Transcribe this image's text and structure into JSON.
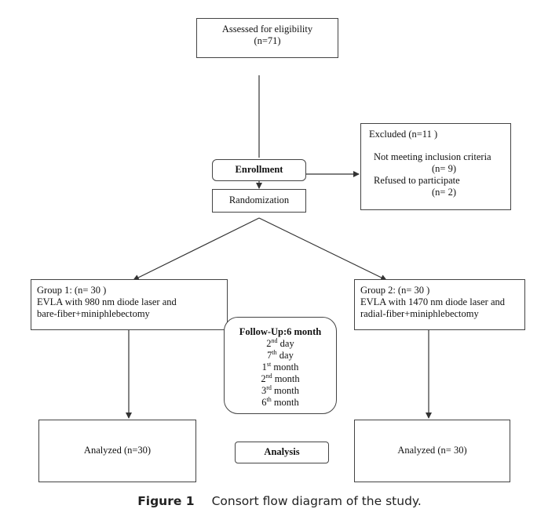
{
  "assessed": {
    "line1": "Assessed for eligibility",
    "line2": "(n=71)"
  },
  "enrollment": {
    "label": "Enrollment"
  },
  "randomization": {
    "label": "Randomization"
  },
  "excluded": {
    "title": "Excluded  (n=11 )",
    "reason1": "Not meeting inclusion criteria",
    "reason1_n": "(n= 9)",
    "reason2": "Refused to participate",
    "reason2_n": "(n= 2)"
  },
  "group1": {
    "title": "Group 1:  (n=  30   )",
    "line2": "EVLA with 980 nm diode laser and",
    "line3": "bare-fiber+miniphlebectomy"
  },
  "group2": {
    "title": "Group 2:  (n=  30   )",
    "line2": "EVLA with 1470 nm diode laser and",
    "line3": "radial-fiber+miniphlebectomy"
  },
  "followup": {
    "title": "Follow-Up:6 month",
    "items": [
      {
        "num": "2",
        "sup": "nd",
        "unit": " day"
      },
      {
        "num": "7",
        "sup": "th",
        "unit": " day"
      },
      {
        "num": "1",
        "sup": "st",
        "unit": " month"
      },
      {
        "num": "2",
        "sup": "nd",
        "unit": " month"
      },
      {
        "num": "3",
        "sup": "rd",
        "unit": " month"
      },
      {
        "num": "6",
        "sup": "th",
        "unit": " month"
      }
    ]
  },
  "analysis": {
    "label": "Analysis"
  },
  "analyzed1": {
    "label": "Analyzed (n=30)"
  },
  "analyzed2": {
    "label": "Analyzed (n= 30)"
  },
  "caption": {
    "label": "Figure 1",
    "text": "Consort flow diagram of the study."
  }
}
